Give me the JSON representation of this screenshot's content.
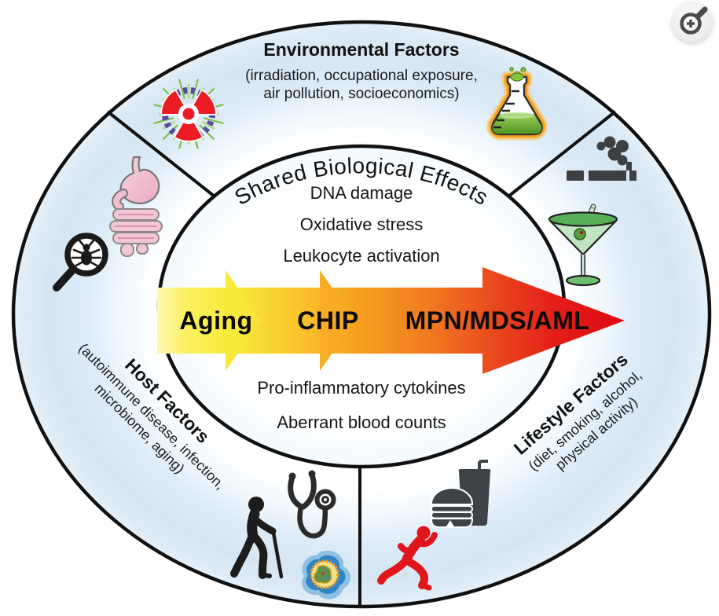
{
  "figure": {
    "sectors": {
      "environmental": {
        "title": "Environmental Factors",
        "sub1": "(irradiation, occupational exposure,",
        "sub2": "air pollution, socioeconomics)",
        "icons": [
          "radiation-icon",
          "chemistry-flask-icon"
        ]
      },
      "host": {
        "title": "Host Factors",
        "sub1": "(autoimmune disease, infection,",
        "sub2": "microbiome, aging)",
        "icons": [
          "digestive-system-icon",
          "magnifier-bug-icon",
          "elderly-person-icon",
          "stethoscope-icon",
          "microbe-icon"
        ]
      },
      "lifestyle": {
        "title": "Lifestyle Factors",
        "sub1": "(diet, smoking, alcohol,",
        "sub2": "physical activity)",
        "icons": [
          "cigarette-icon",
          "martini-glass-icon",
          "burger-soda-icon",
          "runner-icon"
        ]
      }
    },
    "inner": {
      "curved_title": "Shared Biological Effects",
      "top_effects": [
        "DNA damage",
        "Oxidative stress",
        "Leukocyte activation"
      ],
      "bottom_effects": [
        "Pro-inflammatory cytokines",
        "Aberrant blood counts"
      ]
    },
    "arrow": {
      "stages": [
        "Aging",
        "CHIP",
        "MPN/MDS/AML"
      ]
    },
    "corner_control": {
      "icon": "zoom-in-icon"
    },
    "colors": {
      "ring_blue": "#d7e7f4",
      "outline_black": "#111111",
      "arrow_pale_yellow": "#FDF7B5",
      "arrow_yellow": "#F8EA39",
      "arrow_orange": "#F6A21F",
      "arrow_red": "#DD0914",
      "trefoil_red": "#EB1C24",
      "flask_orange": "#F7A21E",
      "flask_green": "#5BA829",
      "martini_green": "#57B257",
      "digestive_pink": "#F2C4D3",
      "microbe_blue": "#2F86C6",
      "runner_red": "#E0161C",
      "icon_dark_gray": "#3C4043"
    }
  }
}
